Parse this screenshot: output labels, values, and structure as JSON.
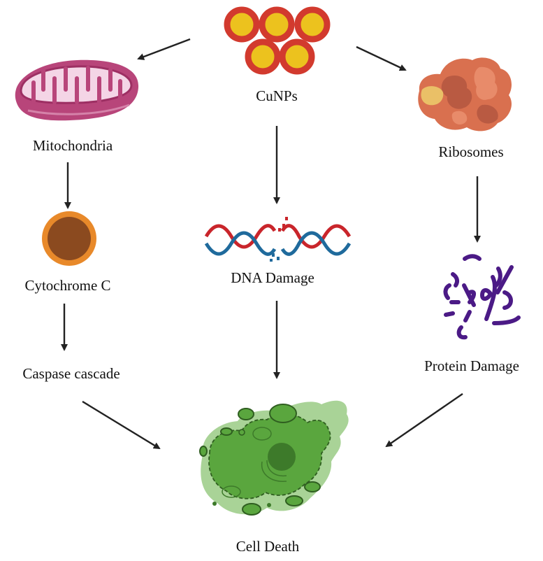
{
  "title": "CuNPs mechanism of cell death",
  "colors": {
    "arrow": "#222222",
    "cunp_ring": "#d23a2e",
    "cunp_core": "#ecc21e",
    "mito_outer": "#b8457a",
    "mito_inner": "#f4d5e6",
    "cytc_ring": "#e8892a",
    "cytc_core": "#8b4a1f",
    "ribosome": "#d9704f",
    "dna_red": "#c9252b",
    "dna_blue": "#1f6a9c",
    "protein": "#4b1a86",
    "cell_fill": "#5aa63e",
    "cell_halo": "#a9d397",
    "cell_dark": "#3d7a2a"
  },
  "nodes": {
    "cunps": {
      "label": "CuNPs",
      "icon": "nanoparticles-icon"
    },
    "mitochondria": {
      "label": "Mitochondria",
      "icon": "mitochondria-icon"
    },
    "ribosomes": {
      "label": "Ribosomes",
      "icon": "ribosome-icon"
    },
    "cytochrome_c": {
      "label": "Cytochrome C",
      "icon": "cytochrome-c-icon"
    },
    "dna_damage": {
      "label": "DNA Damage",
      "icon": "dna-damage-icon"
    },
    "protein_damage": {
      "label": "Protein Damage",
      "icon": "protein-damage-icon"
    },
    "caspase_cascade": {
      "label": "Caspase cascade",
      "icon": null
    },
    "cell_death": {
      "label": "Cell Death",
      "icon": "dying-cell-icon"
    }
  },
  "edges": [
    {
      "from": "cunps",
      "to": "mitochondria"
    },
    {
      "from": "cunps",
      "to": "dna_damage"
    },
    {
      "from": "cunps",
      "to": "ribosomes"
    },
    {
      "from": "mitochondria",
      "to": "cytochrome_c"
    },
    {
      "from": "cytochrome_c",
      "to": "caspase_cascade"
    },
    {
      "from": "ribosomes",
      "to": "protein_damage"
    },
    {
      "from": "caspase_cascade",
      "to": "cell_death"
    },
    {
      "from": "dna_damage",
      "to": "cell_death"
    },
    {
      "from": "protein_damage",
      "to": "cell_death"
    }
  ]
}
